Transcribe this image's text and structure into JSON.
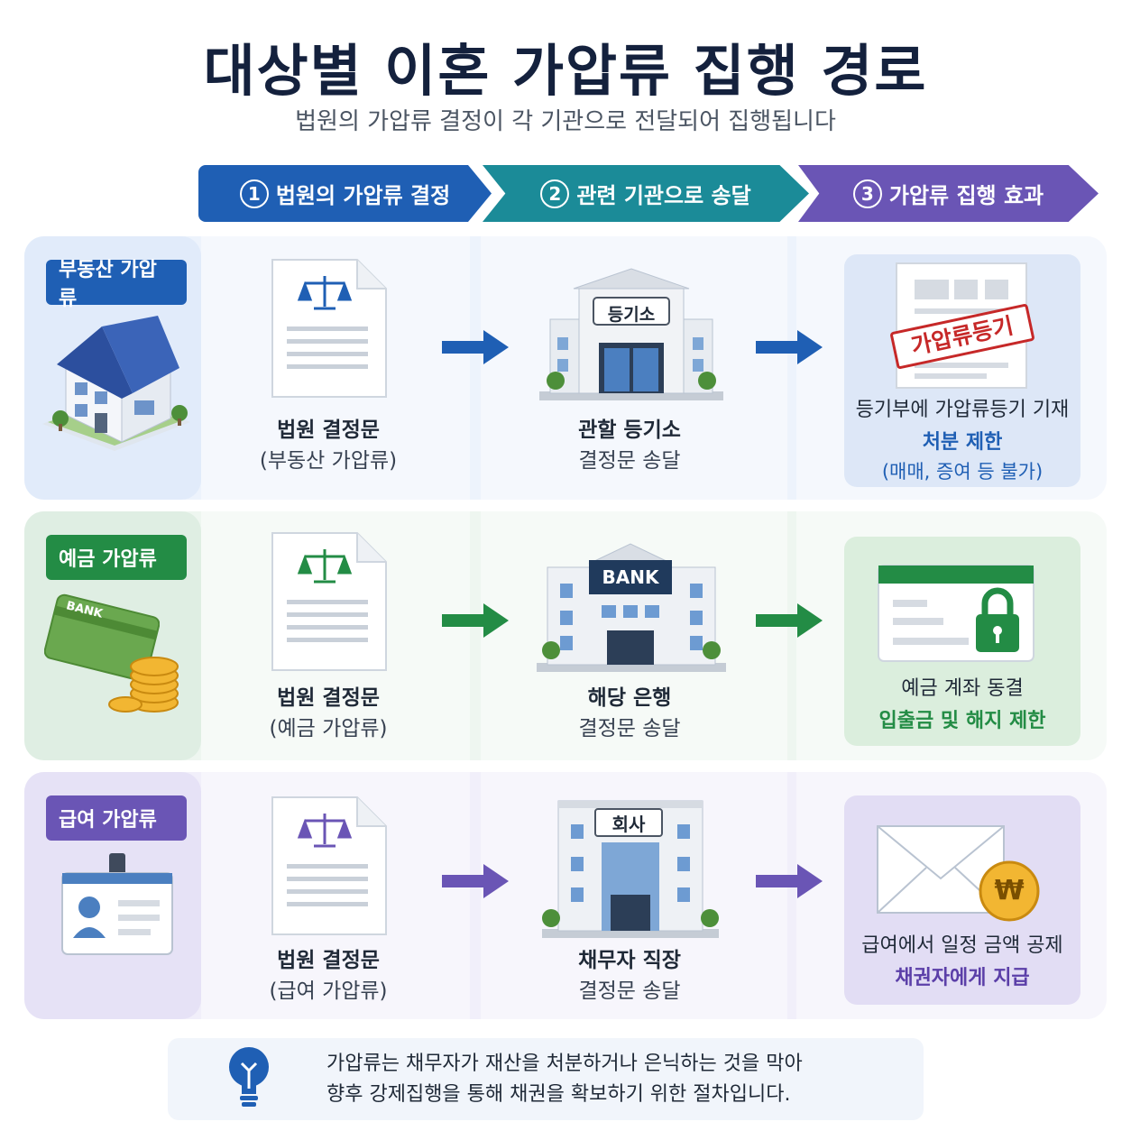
{
  "title": "대상별 이혼 가압류 집행 경로",
  "subtitle": "법원의 가압류 결정이 각 기관으로 전달되어 집행됩니다",
  "steps": [
    {
      "num": "1",
      "label": "법원의 가압류 결정"
    },
    {
      "num": "2",
      "label": "관련 기관으로 송달"
    },
    {
      "num": "3",
      "label": "가압류 집행 효과"
    }
  ],
  "rows": [
    {
      "badge": "부동산 가압류",
      "doc_title": "법원 결정문",
      "doc_sub": "(부동산 가압류)",
      "building_sign": "등기소",
      "agency_title": "관할 등기소",
      "agency_sub": "결정문 송달",
      "stamp": "가압류등기",
      "result_line1": "등기부에 가압류등기 기재",
      "result_line2": "처분 제한",
      "result_line3": "(매매, 증여 등 불가)"
    },
    {
      "badge": "예금 가압류",
      "card_text": "BANK",
      "doc_title": "법원 결정문",
      "doc_sub": "(예금 가압류)",
      "building_sign": "BANK",
      "agency_title": "해당 은행",
      "agency_sub": "결정문 송달",
      "result_line1": "예금 계좌 동결",
      "result_line2": "입출금 및 해지 제한"
    },
    {
      "badge": "급여 가압류",
      "doc_title": "법원 결정문",
      "doc_sub": "(급여 가압류)",
      "building_sign": "회사",
      "agency_title": "채무자 직장",
      "agency_sub": "결정문 송달",
      "coin_symbol": "₩",
      "result_line1": "급여에서 일정 금액 공제",
      "result_line2": "채권자에게 지급"
    }
  ],
  "note": {
    "line1": "가압류는 채무자가 재산을 처분하거나 은닉하는 것을 막아",
    "line2": "향후 강제집행을 통해 채권을 확보하기 위한 절차입니다."
  },
  "colors": {
    "blue": "#1f5fb4",
    "teal": "#1b8b98",
    "purple": "#6a55b5",
    "green": "#238c45",
    "red": "#c62828"
  },
  "icons": [
    "scale-icon",
    "house-icon",
    "bank-card-icon",
    "coins-icon",
    "id-badge-icon",
    "arrow-right-icon",
    "registry-building-icon",
    "bank-building-icon",
    "office-building-icon",
    "lock-icon",
    "envelope-icon",
    "won-coin-icon",
    "lightbulb-icon"
  ]
}
